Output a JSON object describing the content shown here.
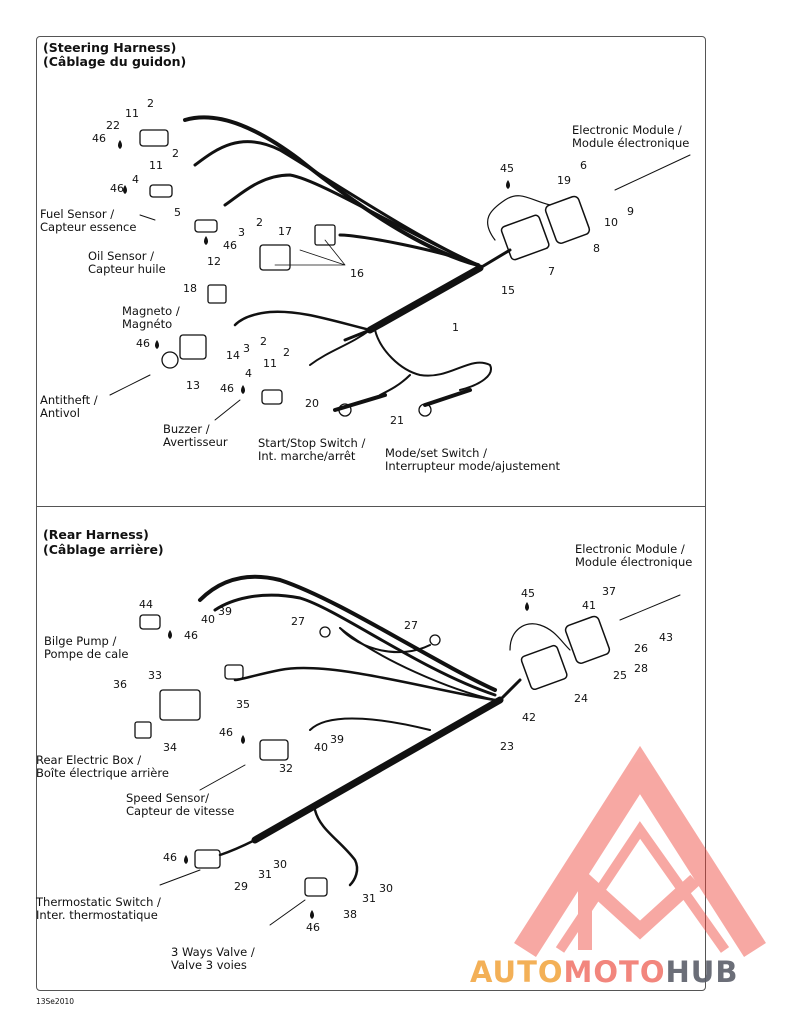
{
  "sections": {
    "steering": {
      "title_en": "(Steering Harness)",
      "title_fr": "(Câblage du guidon)"
    },
    "rear": {
      "title_en": "(Rear Harness)",
      "title_fr": "(Câblage arrière)"
    }
  },
  "labels": {
    "electronic_module_1": "Electronic Module /\nModule électronique",
    "fuel_sensor": "Fuel Sensor /\nCapteur essence",
    "oil_sensor": "Oil Sensor /\nCapteur huile",
    "magneto": "Magneto /\nMagnéto",
    "antitheft": "Antitheft /\nAntivol",
    "buzzer": "Buzzer /\nAvertisseur",
    "start_stop": "Start/Stop Switch /\nInt. marche/arrêt",
    "mode_set": "Mode/set Switch /\nInterrupteur mode/ajustement",
    "electronic_module_2": "Electronic Module /\nModule électronique",
    "bilge_pump": "Bilge Pump /\nPompe de cale",
    "rear_electric_box": "Rear Electric Box /\nBoîte électrique arrière",
    "speed_sensor": "Speed Sensor/\nCapteur de vitesse",
    "thermostatic_switch": "Thermostatic Switch /\nInter. thermostatique",
    "three_ways_valve": "3 Ways Valve /\nValve 3 voies"
  },
  "callouts": {
    "s2a": "2",
    "s11a": "11",
    "s22": "22",
    "s46a": "46",
    "s11b": "11",
    "s2b": "2",
    "s4a": "4",
    "s46b": "46",
    "s5": "5",
    "s2c": "2",
    "s3a": "3",
    "s46c": "46",
    "s17": "17",
    "s16": "16",
    "s12": "12",
    "s18": "18",
    "s45": "45",
    "s6": "6",
    "s19": "19",
    "s9": "9",
    "s10": "10",
    "s8": "8",
    "s7": "7",
    "s15": "15",
    "s1": "1",
    "s2d": "2",
    "s3b": "3",
    "s46d": "46",
    "s14": "14",
    "s13": "13",
    "s2e": "2",
    "s11c": "11",
    "s4b": "4",
    "s46e": "46",
    "s20": "20",
    "s21": "21",
    "r44": "44",
    "r40a": "40",
    "r39a": "39",
    "r46a": "46",
    "r27a": "27",
    "r27b": "27",
    "r45": "45",
    "r37": "37",
    "r41": "41",
    "r43": "43",
    "r26": "26",
    "r28": "28",
    "r25": "25",
    "r24": "24",
    "r33": "33",
    "r36": "36",
    "r35": "35",
    "r42": "42",
    "r34": "34",
    "r46b": "46",
    "r39b": "39",
    "r40b": "40",
    "r23": "23",
    "r32": "32",
    "r46c": "46",
    "r30a": "30",
    "r31a": "31",
    "r29": "29",
    "r30b": "30",
    "r31b": "31",
    "r38": "38",
    "r46d": "46"
  },
  "figure_code": "13Se2010",
  "watermark": {
    "part1": "AUTO",
    "part2": "MOTO",
    "part3": "HUB"
  },
  "colors": {
    "line": "#111111",
    "watermark_red": "#ee4035",
    "watermark_orange": "#f2a33a",
    "watermark_gray": "#5b5f6a"
  }
}
